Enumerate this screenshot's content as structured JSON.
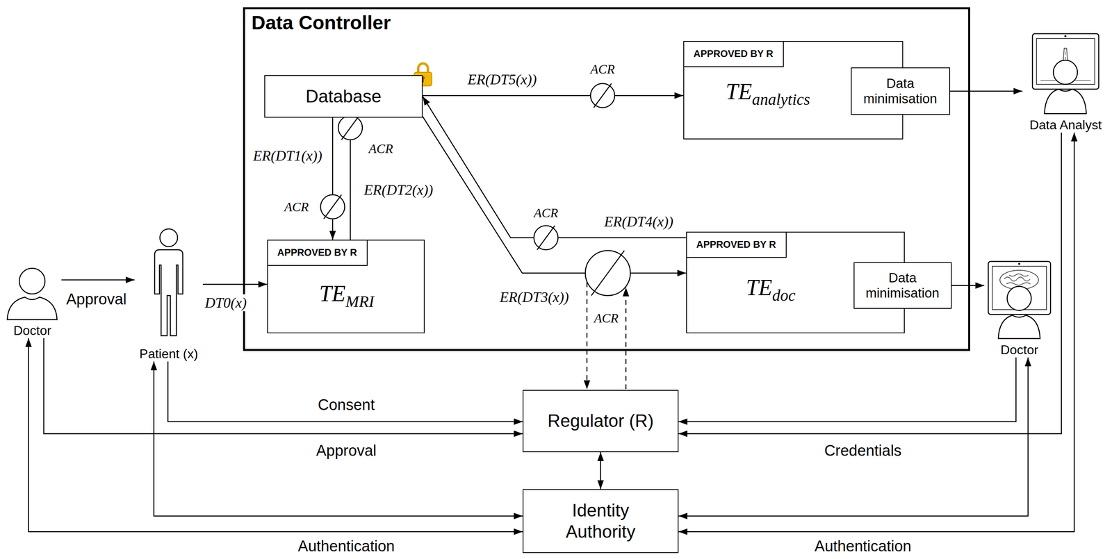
{
  "diagram": {
    "nodes": [
      {
        "text": [
          "Data Controller"
        ]
      },
      {
        "text": [
          "Database"
        ],
        "in": 0
      },
      {
        "text": [
          "TE",
          "analytics"
        ],
        "in": 0
      },
      {
        "text": [
          "APPROVED BY R"
        ],
        "in": 2
      },
      {
        "text": [
          "Data minimisation"
        ],
        "in": 2
      },
      {
        "text": [
          "TE",
          "MRI"
        ],
        "in": 0
      },
      {
        "text": [
          "APPROVED BY R"
        ],
        "in": 5
      },
      {
        "text": [
          "TE",
          "doc"
        ],
        "in": 0
      },
      {
        "text": [
          "APPROVED BY R"
        ],
        "in": 7
      },
      {
        "text": [
          "Data minimisation"
        ],
        "in": 7
      },
      {
        "text": [
          "Doctor"
        ]
      },
      {
        "text": [
          "Patient (x)"
        ]
      },
      {
        "text": [
          "Data Analyst"
        ]
      },
      {
        "text": [
          "Doctor"
        ]
      },
      {
        "text": [
          "Regulator (R)"
        ]
      },
      {
        "text": [
          "Identity Authority"
        ]
      }
    ],
    "edges": [
      {
        "from": 1,
        "to": 2,
        "arrow": "to",
        "label": "ER(DT5(x))"
      },
      {
        "from": 1,
        "to": 5,
        "arrow": "to",
        "label": "ER(DT1(x))"
      },
      {
        "from": 5,
        "to": 1,
        "arrow": "to",
        "label": "ER(DT2(x))"
      },
      {
        "from": 1,
        "to": 7,
        "arrow": "to",
        "label": "ER(DT3(x))"
      },
      {
        "from": 7,
        "to": 1,
        "arrow": "to",
        "label": "ER(DT4(x))"
      },
      {
        "from": 4,
        "to": 12,
        "arrow": "to"
      },
      {
        "from": 9,
        "to": 13,
        "arrow": "to"
      },
      {
        "from": 10,
        "to": 11,
        "arrow": "to",
        "label": "Approval"
      },
      {
        "from": 11,
        "to": 5,
        "arrow": "to",
        "label": "DT0(x)"
      },
      {
        "from": 11,
        "to": 14,
        "arrow": "to",
        "label": "Consent"
      },
      {
        "from": 10,
        "to": 14,
        "arrow": "to",
        "label": "Approval"
      },
      {
        "from": 13,
        "to": 14,
        "arrow": "to"
      },
      {
        "from": 12,
        "to": 14,
        "arrow": "to",
        "label": "Credentials"
      },
      {
        "from": 14,
        "to": 15,
        "arrow": "both"
      },
      {
        "from": 11,
        "to": 15,
        "arrow": "both"
      },
      {
        "from": 10,
        "to": 15,
        "arrow": "both",
        "label": "Authentication"
      },
      {
        "from": 13,
        "to": 15,
        "arrow": "both"
      },
      {
        "from": 12,
        "to": 15,
        "arrow": "both",
        "label": "Authentication"
      }
    ],
    "labels": [
      "ACR",
      "ACR",
      "ACR",
      "ACR",
      "ACR"
    ]
  }
}
